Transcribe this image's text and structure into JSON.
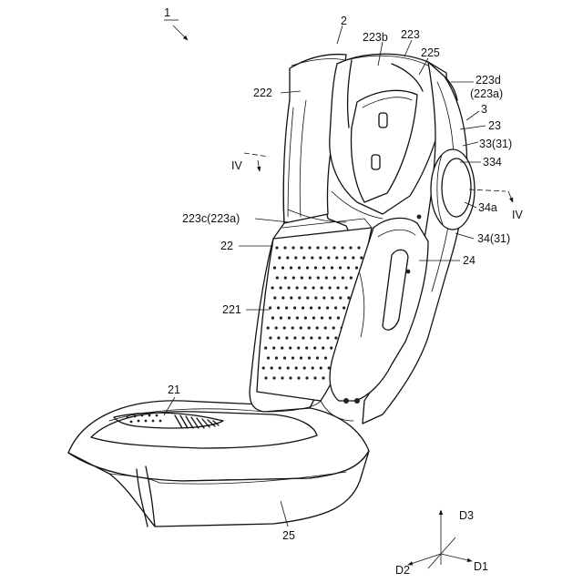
{
  "figure": {
    "main_ref": "1",
    "labels": {
      "seat": "2",
      "pad": "223b",
      "headrest": "223",
      "panel_225": "225",
      "edge_223d": "223d",
      "edge_223d_sub": "(223a)",
      "shell": "3",
      "backrest_upper": "222",
      "side_23": "23",
      "knob_33": "33(31)",
      "part_334": "334",
      "section_left": "IV",
      "section_right": "IV",
      "hub_34a": "34a",
      "edge_223c": "223c(223a)",
      "knob_34": "34(31)",
      "backrest": "22",
      "arm_24": "24",
      "mesh_221": "221",
      "seat_pan": "21",
      "base": "25"
    },
    "axes": {
      "d1": "D1",
      "d2": "D2",
      "d3": "D3"
    }
  }
}
